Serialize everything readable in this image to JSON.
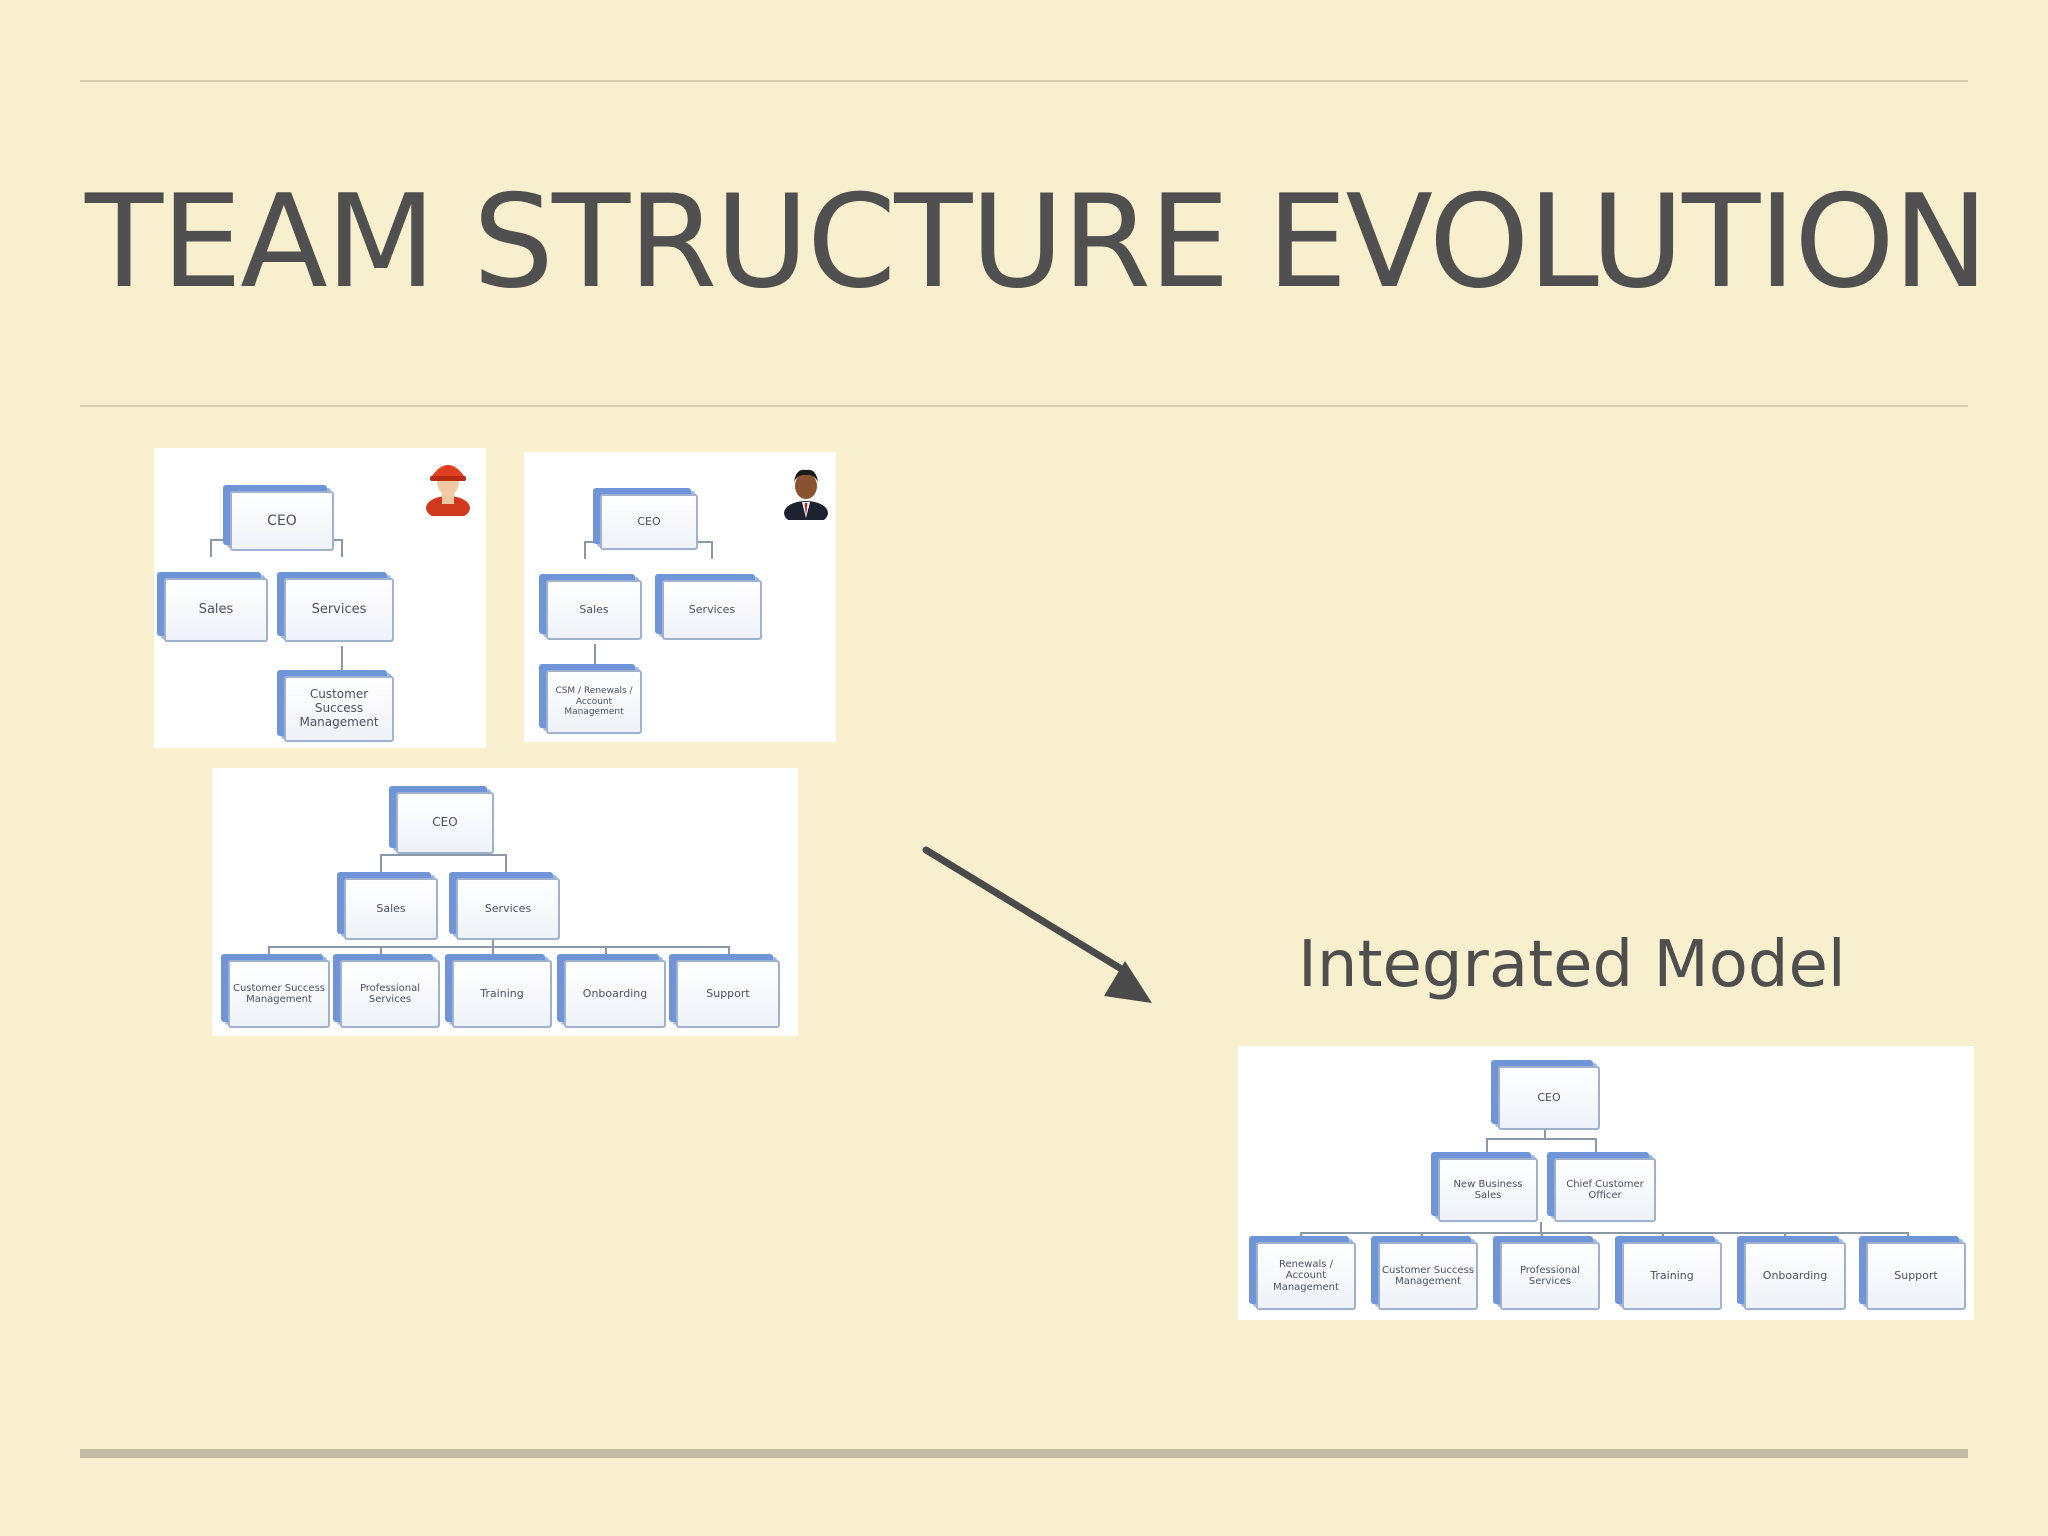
{
  "slide": {
    "title": "TEAM STRUCTURE EVOLUTION",
    "integrated_label": "Integrated Model"
  },
  "diagrams": {
    "d1": {
      "ceo": "CEO",
      "sales": "Sales",
      "services": "Services",
      "csm": "Customer Success Management",
      "avatar": "female-worker-icon"
    },
    "d2": {
      "ceo": "CEO",
      "sales": "Sales",
      "services": "Services",
      "csm": "CSM / Renewals / Account Management",
      "avatar": "businessman-icon"
    },
    "d3": {
      "ceo": "CEO",
      "sales": "Sales",
      "services": "Services",
      "children": [
        "Customer Success Management",
        "Professional Services",
        "Training",
        "Onboarding",
        "Support"
      ]
    },
    "d4": {
      "ceo": "CEO",
      "nbs": "New Business Sales",
      "cco": "Chief Customer Officer",
      "children": [
        "Renewals / Account Management",
        "Customer Success Management",
        "Professional Services",
        "Training",
        "Onboarding",
        "Support"
      ]
    }
  },
  "colors": {
    "background": "#f8efcf",
    "box_accent": "#6f95d8",
    "title": "#505050"
  }
}
